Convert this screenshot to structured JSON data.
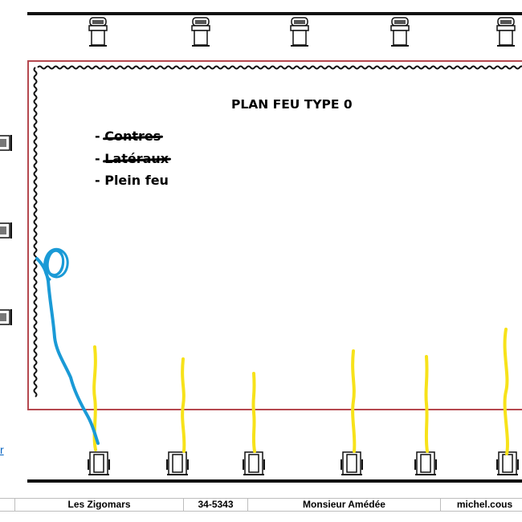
{
  "plan": {
    "title": "PLAN FEU TYPE 0",
    "items": [
      {
        "label": "- ",
        "text": "Contres",
        "struck": true
      },
      {
        "label": "- ",
        "text": "Latéraux",
        "struck": true
      },
      {
        "label": "- ",
        "text": "Plein feu",
        "struck": false
      }
    ]
  },
  "link_fragment": "r",
  "footer": {
    "cells": [
      "",
      "Les Zigomars",
      "34-5343",
      "Monsieur Amédée",
      "michel.cous"
    ]
  },
  "colors": {
    "stage_border": "#b5484f",
    "yellow_trace": "#f7e21a",
    "blue_trace": "#1a9ad6",
    "bar": "#111111"
  },
  "icons": {
    "top_bar": "spotlight-icon",
    "side_bar": "side-spotlight-icon",
    "bottom_bar": "front-spotlight-icon"
  }
}
